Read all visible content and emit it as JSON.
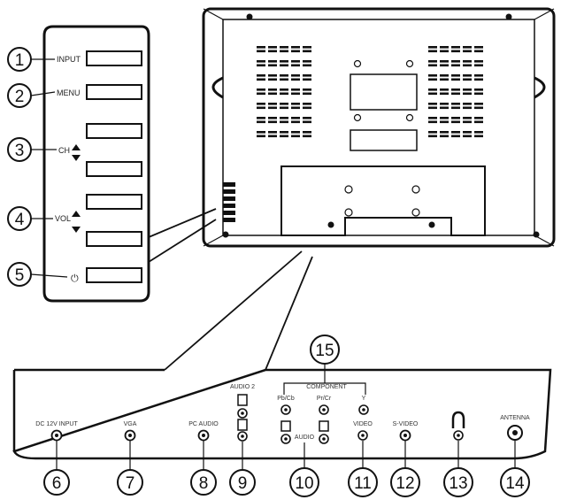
{
  "side_panel": {
    "labels": {
      "input": "INPUT",
      "menu": "MENU",
      "ch": "CH",
      "vol": "VOL",
      "power": "⏻"
    },
    "callouts": [
      "1",
      "2",
      "3",
      "4",
      "5"
    ]
  },
  "rear_panel": {
    "ports": {
      "dc_input": "DC 12V INPUT",
      "vga": "VGA",
      "pc_audio": "PC AUDIO",
      "audio2": "AUDIO 2",
      "component": "COMPONENT",
      "pb": "Pb/Cb",
      "pr": "Pr/Cr",
      "y": "Y",
      "audio": "AUDIO",
      "video": "VIDEO",
      "svideo": "S-VIDEO",
      "antenna": "ANTENNA"
    },
    "callouts": [
      "6",
      "7",
      "8",
      "9",
      "10",
      "11",
      "12",
      "13",
      "14",
      "15"
    ]
  },
  "colors": {
    "line": "#111111",
    "fill_dark": "#1a1a1a",
    "background": "#ffffff"
  }
}
